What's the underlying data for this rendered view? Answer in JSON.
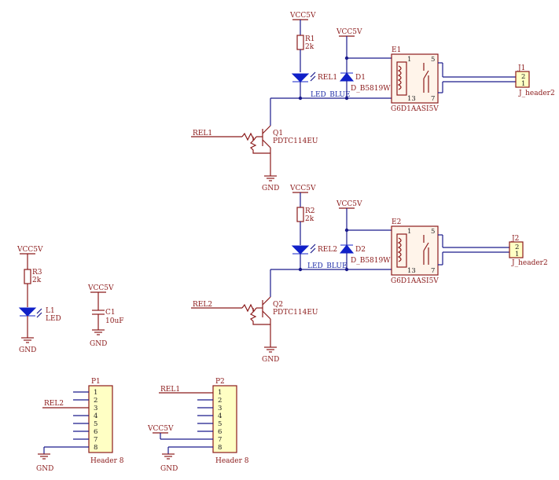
{
  "nets": {
    "vcc": "VCC5V",
    "gnd": "GND",
    "rel1": "REL1",
    "rel2": "REL2"
  },
  "relay1": {
    "r_ref": "R1",
    "r_val": "2k",
    "led_ref": "REL1",
    "led_val": "LED_BLUE",
    "diode_ref": "D1",
    "diode_val": "D_B5819W",
    "relay_ref": "E1",
    "relay_val": "G6D1AASI5V",
    "q_ref": "Q1",
    "q_val": "PDTC114EU",
    "j_ref": "J1",
    "j_val": "J_header2",
    "relay_pins": [
      "1",
      "5",
      "13",
      "7"
    ],
    "j_pins": [
      "2",
      "1"
    ]
  },
  "relay2": {
    "r_ref": "R2",
    "r_val": "2k",
    "led_ref": "REL2",
    "led_val": "LED_BLUE",
    "diode_ref": "D2",
    "diode_val": "D_B5819W",
    "relay_ref": "E2",
    "relay_val": "G6D1AASI5V",
    "q_ref": "Q2",
    "q_val": "PDTC114EU",
    "j_ref": "J2",
    "j_val": "J_header2",
    "relay_pins": [
      "1",
      "5",
      "13",
      "7"
    ],
    "j_pins": [
      "2",
      "1"
    ]
  },
  "led_power": {
    "r_ref": "R3",
    "r_val": "2k",
    "led_ref": "L1",
    "led_val": "LED"
  },
  "cap": {
    "ref": "C1",
    "val": "10uF"
  },
  "header_p1": {
    "ref": "P1",
    "val": "Header 8",
    "pins": [
      "1",
      "2",
      "3",
      "4",
      "5",
      "6",
      "7",
      "8"
    ]
  },
  "header_p2": {
    "ref": "P2",
    "val": "Header 8",
    "pins": [
      "1",
      "2",
      "3",
      "4",
      "5",
      "6",
      "7",
      "8"
    ]
  }
}
